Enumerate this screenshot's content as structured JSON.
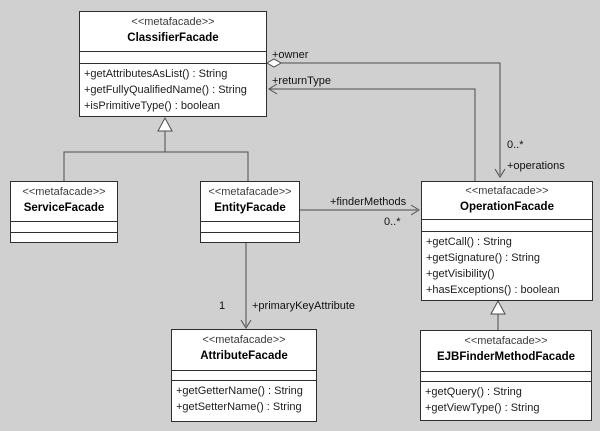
{
  "diagram": {
    "background_color": "#d0d0d0",
    "box_fill_color": "#ffffff",
    "line_color": "#4d4d4d",
    "classes": [
      {
        "id": "classifier-facade",
        "stereotype": "<<metafacade>>",
        "name": "ClassifierFacade",
        "attributes": [],
        "operations": [
          "+getAttributesAsList() : String",
          "+getFullyQualifiedName() : String",
          "+isPrimitiveType() : boolean"
        ]
      },
      {
        "id": "service-facade",
        "stereotype": "<<metafacade>>",
        "name": "ServiceFacade",
        "attributes": [],
        "operations": []
      },
      {
        "id": "entity-facade",
        "stereotype": "<<metafacade>>",
        "name": "EntityFacade",
        "attributes": [],
        "operations": []
      },
      {
        "id": "operation-facade",
        "stereotype": "<<metafacade>>",
        "name": "OperationFacade",
        "attributes": [],
        "operations": [
          "+getCall() : String",
          "+getSignature() : String",
          "+getVisibility()",
          "+hasExceptions() : boolean"
        ]
      },
      {
        "id": "attribute-facade",
        "stereotype": "<<metafacade>>",
        "name": "AttributeFacade",
        "attributes": [],
        "operations": [
          "+getGetterName() : String",
          "+getSetterName() : String"
        ]
      },
      {
        "id": "ejb-finder-method-facade",
        "stereotype": "<<metafacade>>",
        "name": "EJBFinderMethodFacade",
        "attributes": [],
        "operations": [
          "+getQuery() : String",
          "+getViewType() : String"
        ]
      }
    ],
    "edges": {
      "owner": {
        "label": "+owner"
      },
      "return_type": {
        "label": "+returnType"
      },
      "operations": {
        "label": "+operations",
        "multiplicity": "0..*"
      },
      "finder_methods": {
        "label": "+finderMethods",
        "multiplicity": "0..*"
      },
      "primary_key_attribute": {
        "label": "+primaryKeyAttribute",
        "multiplicity": "1"
      }
    }
  }
}
